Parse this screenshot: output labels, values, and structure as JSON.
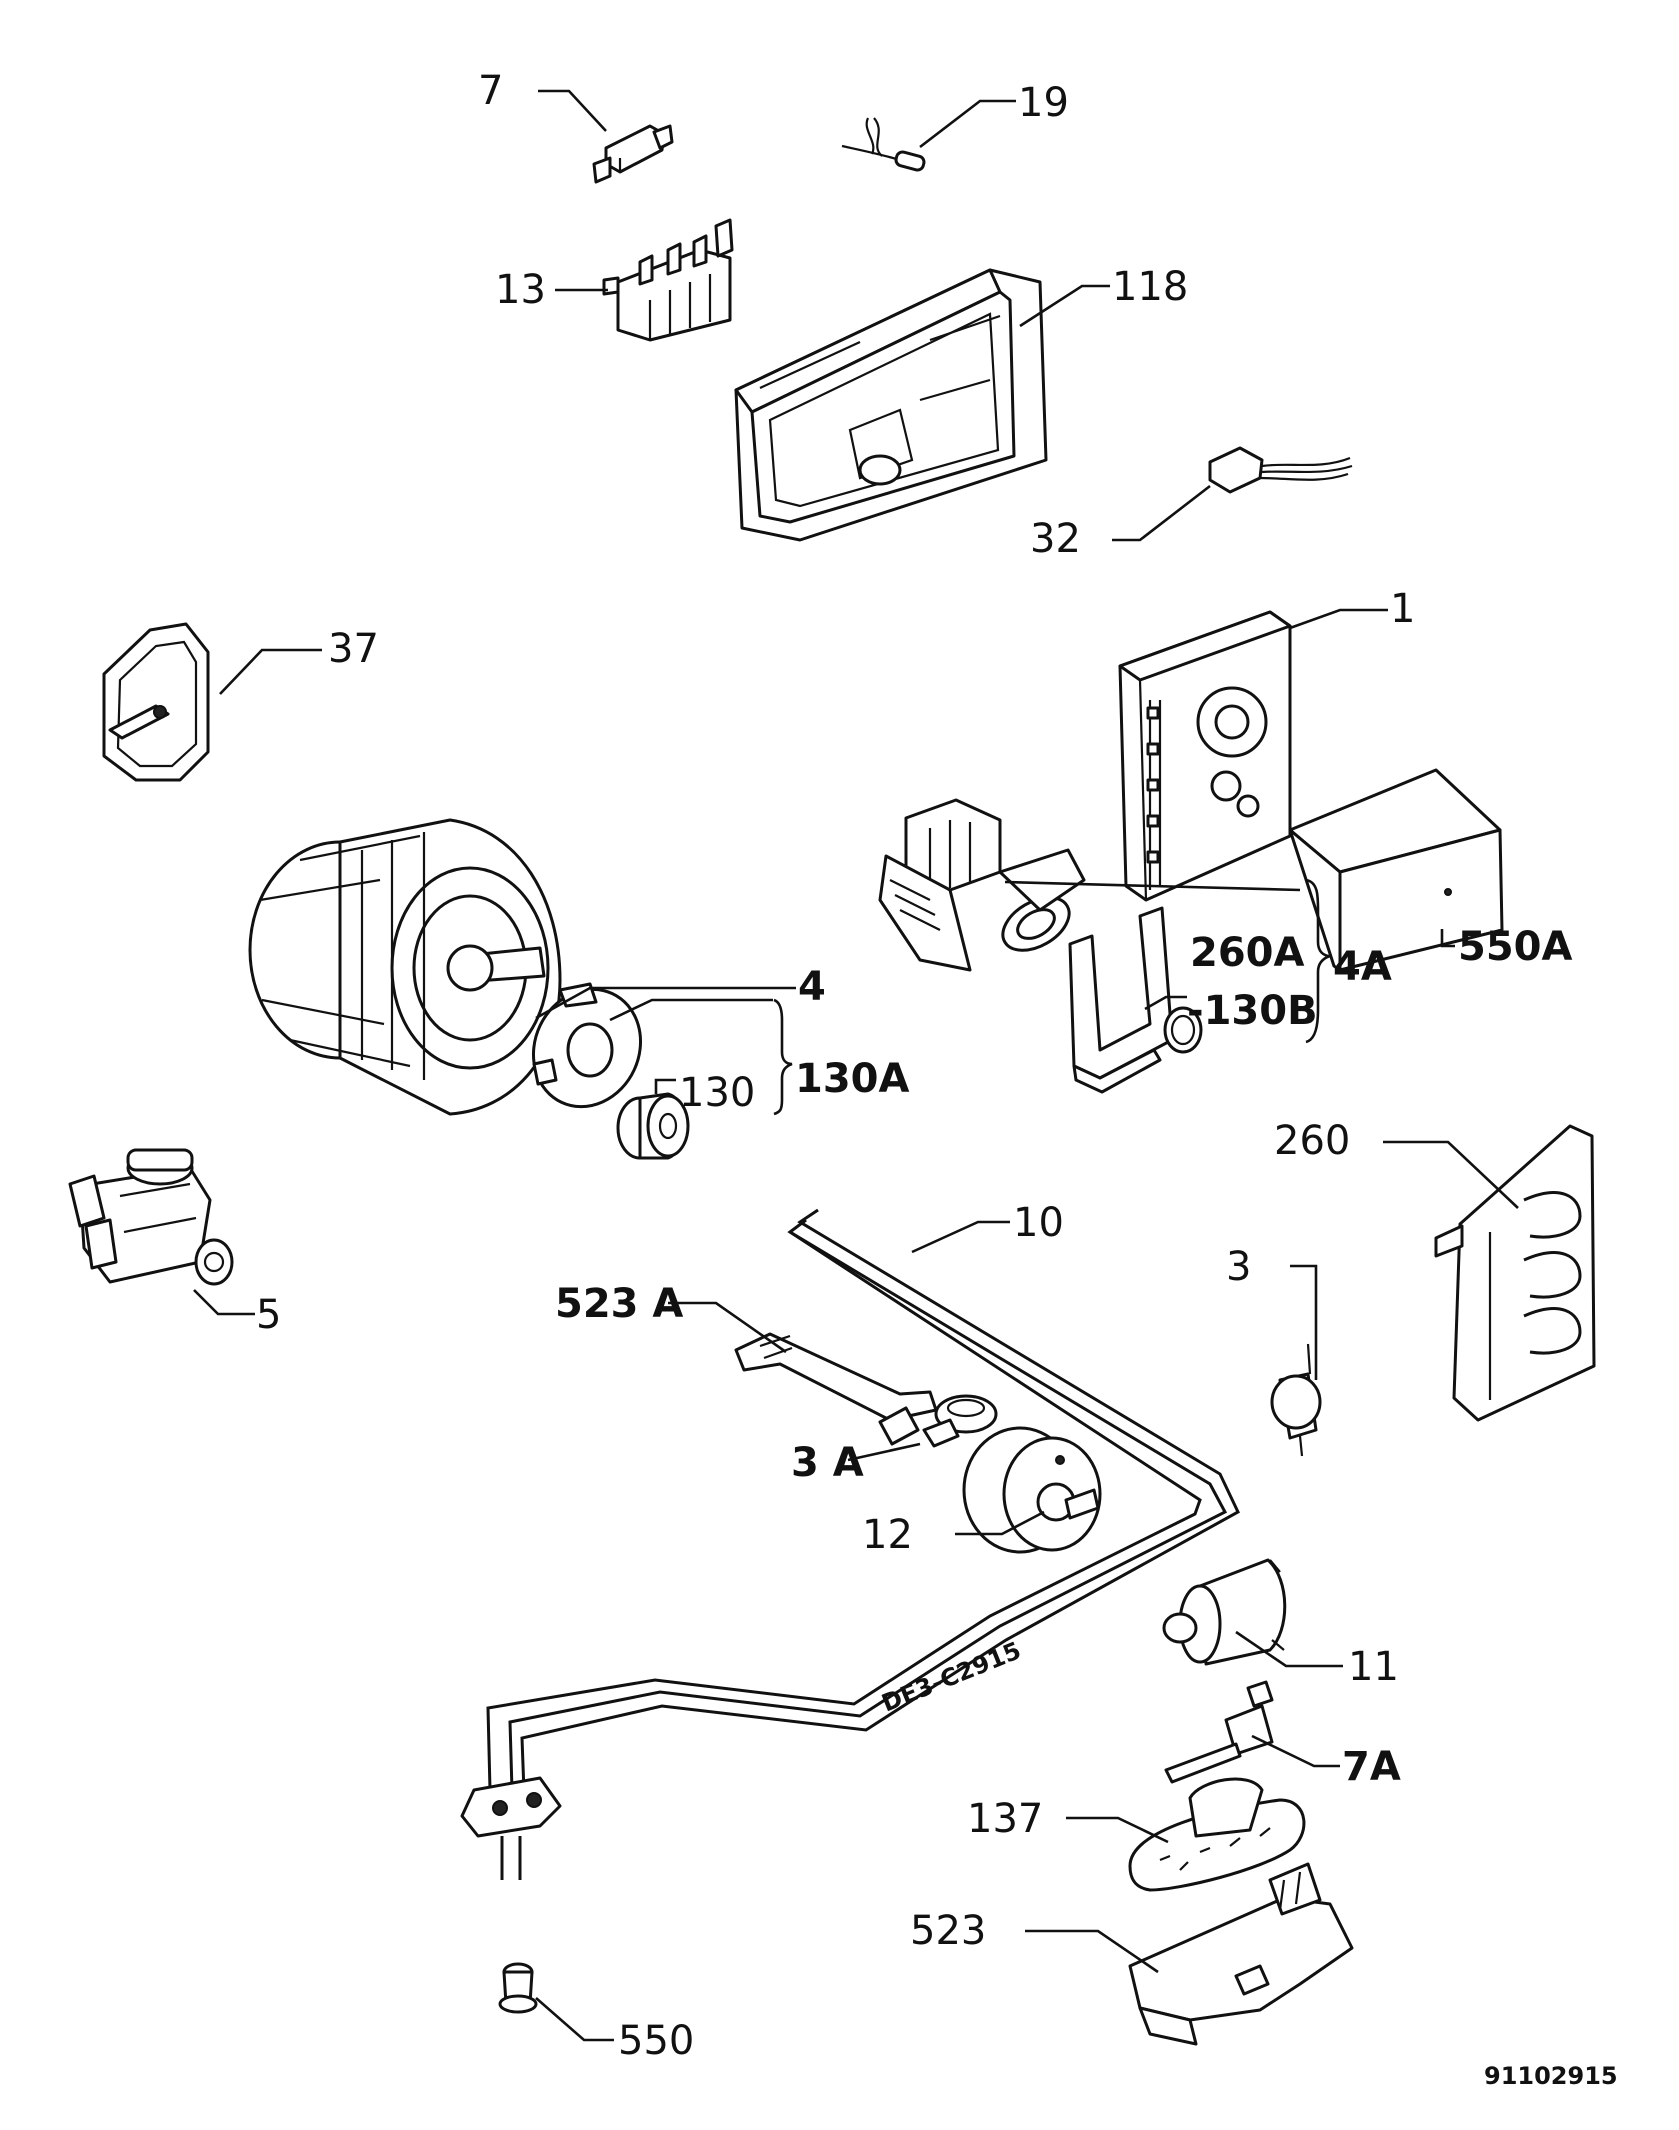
{
  "diagram": {
    "labels": {
      "p7": "7",
      "p19": "19",
      "p13": "13",
      "p118": "118",
      "p32": "32",
      "p37": "37",
      "p1": "1",
      "p550A": "550A",
      "p260A": "260A",
      "p4A": "4A",
      "p130B": "-130B",
      "p4": "4",
      "p130A": "130A",
      "p130": "130",
      "p260": "260",
      "p5": "5",
      "p10": "10",
      "p3": "3",
      "p523A": "523 A",
      "p3A": "3 A",
      "p12": "12",
      "p11": "11",
      "p7A": "7A",
      "p137": "137",
      "p523": "523",
      "p550": "550"
    },
    "element_code": "DE3-C2915",
    "drawing_number": "91102915"
  }
}
